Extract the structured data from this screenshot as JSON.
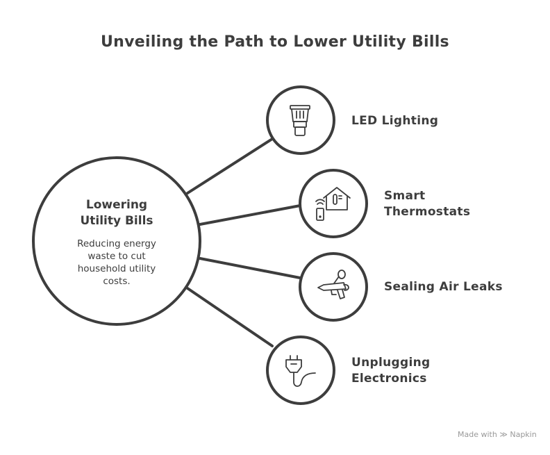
{
  "title": "Unveiling the Path to Lower Utility Bills",
  "center": {
    "title_line1": "Lowering",
    "title_line2": "Utility Bills",
    "description": "Reducing energy waste to cut household utility costs."
  },
  "branches": [
    {
      "label": "LED Lighting",
      "icon": "led-bulb-icon"
    },
    {
      "label_line1": "Smart",
      "label_line2": "Thermostats",
      "icon": "smart-home-thermostat-icon"
    },
    {
      "label": "Sealing Air Leaks",
      "icon": "caulk-gun-icon"
    },
    {
      "label_line1": "Unplugging",
      "label_line2": "Electronics",
      "icon": "plug-icon"
    }
  ],
  "footer": {
    "made_with": "Made with",
    "brand": "Napkin"
  },
  "colors": {
    "stroke": "#3d3d3d",
    "footer": "#999999"
  }
}
